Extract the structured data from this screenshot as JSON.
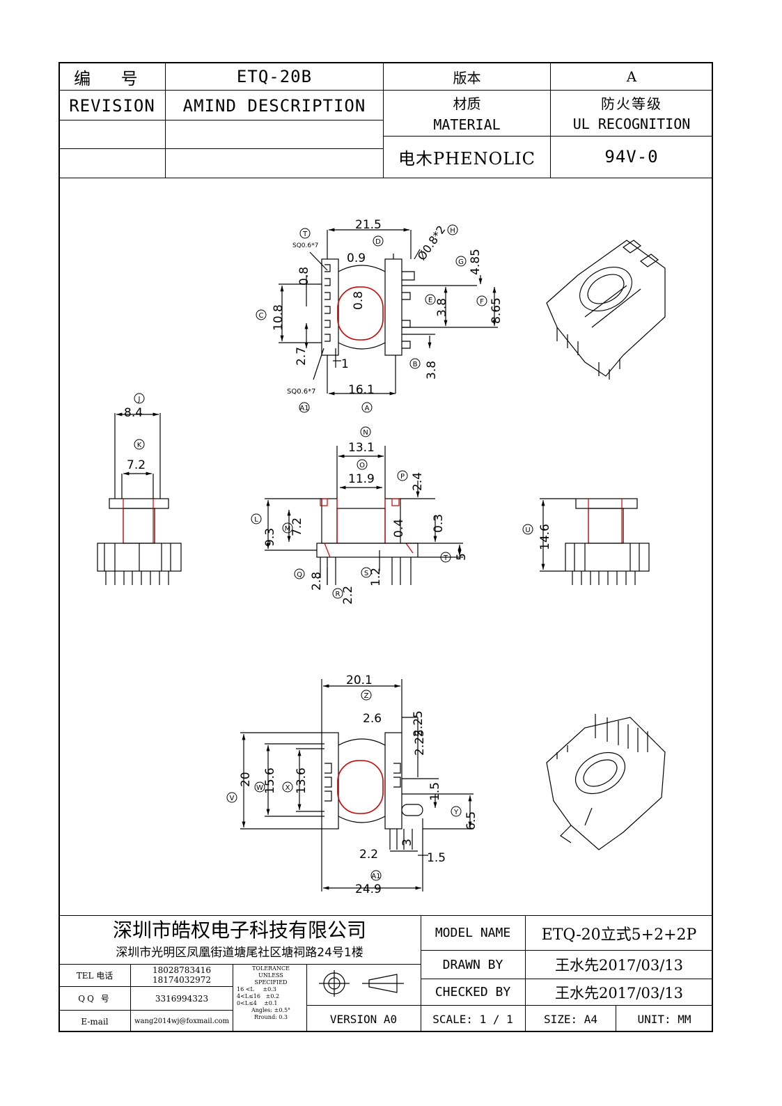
{
  "header": {
    "label_no": "编 号",
    "part_no": "ETQ-20B",
    "label_version": "版本",
    "version": "A",
    "label_revision": "REVISION",
    "label_amind": "AMIND DESCRIPTION",
    "label_material_cn": "材质",
    "label_material_en": "MATERIAL",
    "label_ul_cn": "防火等级",
    "label_ul_en": "UL RECOGNITION",
    "material": "电木PHENOLIC",
    "ul_rating": "94V-0"
  },
  "drawing": {
    "top_view": {
      "dims": [
        "21.5",
        "0.9",
        "0.8",
        "0.8",
        "10.8",
        "2.7",
        "1",
        "16.1",
        "3.8",
        "4.85",
        "8.65",
        "3.8"
      ],
      "notes": [
        "SQ0.6*7",
        "Ø0.8*2",
        "SQ0.6*7"
      ],
      "markers": [
        "T",
        "D",
        "H",
        "G",
        "C",
        "E",
        "F",
        "B",
        "A1",
        "A"
      ]
    },
    "side_view_left": {
      "dims": [
        "8.4",
        "7.2"
      ],
      "markers": [
        "J",
        "K"
      ]
    },
    "front_view": {
      "dims": [
        "13.1",
        "11.9",
        "2.4",
        "9.3",
        "7.2",
        "0.4",
        "0.3",
        "5",
        "2.8",
        "2.2",
        "1.2"
      ],
      "markers": [
        "N",
        "O",
        "P",
        "L",
        "M",
        "T",
        "Q",
        "R",
        "S"
      ]
    },
    "side_view_right": {
      "dims": [
        "14.6"
      ],
      "markers": [
        "U"
      ]
    },
    "bottom_view": {
      "dims": [
        "20.1",
        "2.6",
        "2.25",
        "20",
        "15.6",
        "13.6",
        "2.25",
        "1.5",
        "6.5",
        "3",
        "2.2",
        "1.5",
        "24.9"
      ],
      "markers": [
        "Z",
        "V",
        "W",
        "X",
        "Y",
        "A1"
      ]
    }
  },
  "title_block": {
    "company": "深圳市皓权电子科技有限公司",
    "address": "深圳市光明区凤凰街道塘尾社区塘祠路24号1楼",
    "tel_label": "TEL 电话",
    "tel": [
      "18028783416",
      "18174032972"
    ],
    "qq_label": "QQ 号",
    "qq": "3316994323",
    "email_label": "E-mail",
    "email": "wang2014wj@foxmail.com",
    "tolerance": [
      "TOLERANCE",
      "UNLESS",
      "SPECIFIED",
      "16 <L     ±0.3",
      "4<L≤16   ±0.2",
      "0<L≤4    ±0.1",
      "Angles: ±0.5°",
      "Rround: 0.3"
    ],
    "version_label": "VERSION A0",
    "model_label": "MODEL NAME",
    "model": "ETQ-20立式5+2+2P",
    "drawn_label": "DRAWN BY",
    "drawn": "王水先2017/03/13",
    "checked_label": "CHECKED BY",
    "checked": "王水先2017/03/13",
    "scale": "SCALE: 1 / 1",
    "size": "SIZE: A4",
    "unit": "UNIT: MM"
  },
  "colors": {
    "line": "#000000",
    "accent": "#cc0000"
  }
}
